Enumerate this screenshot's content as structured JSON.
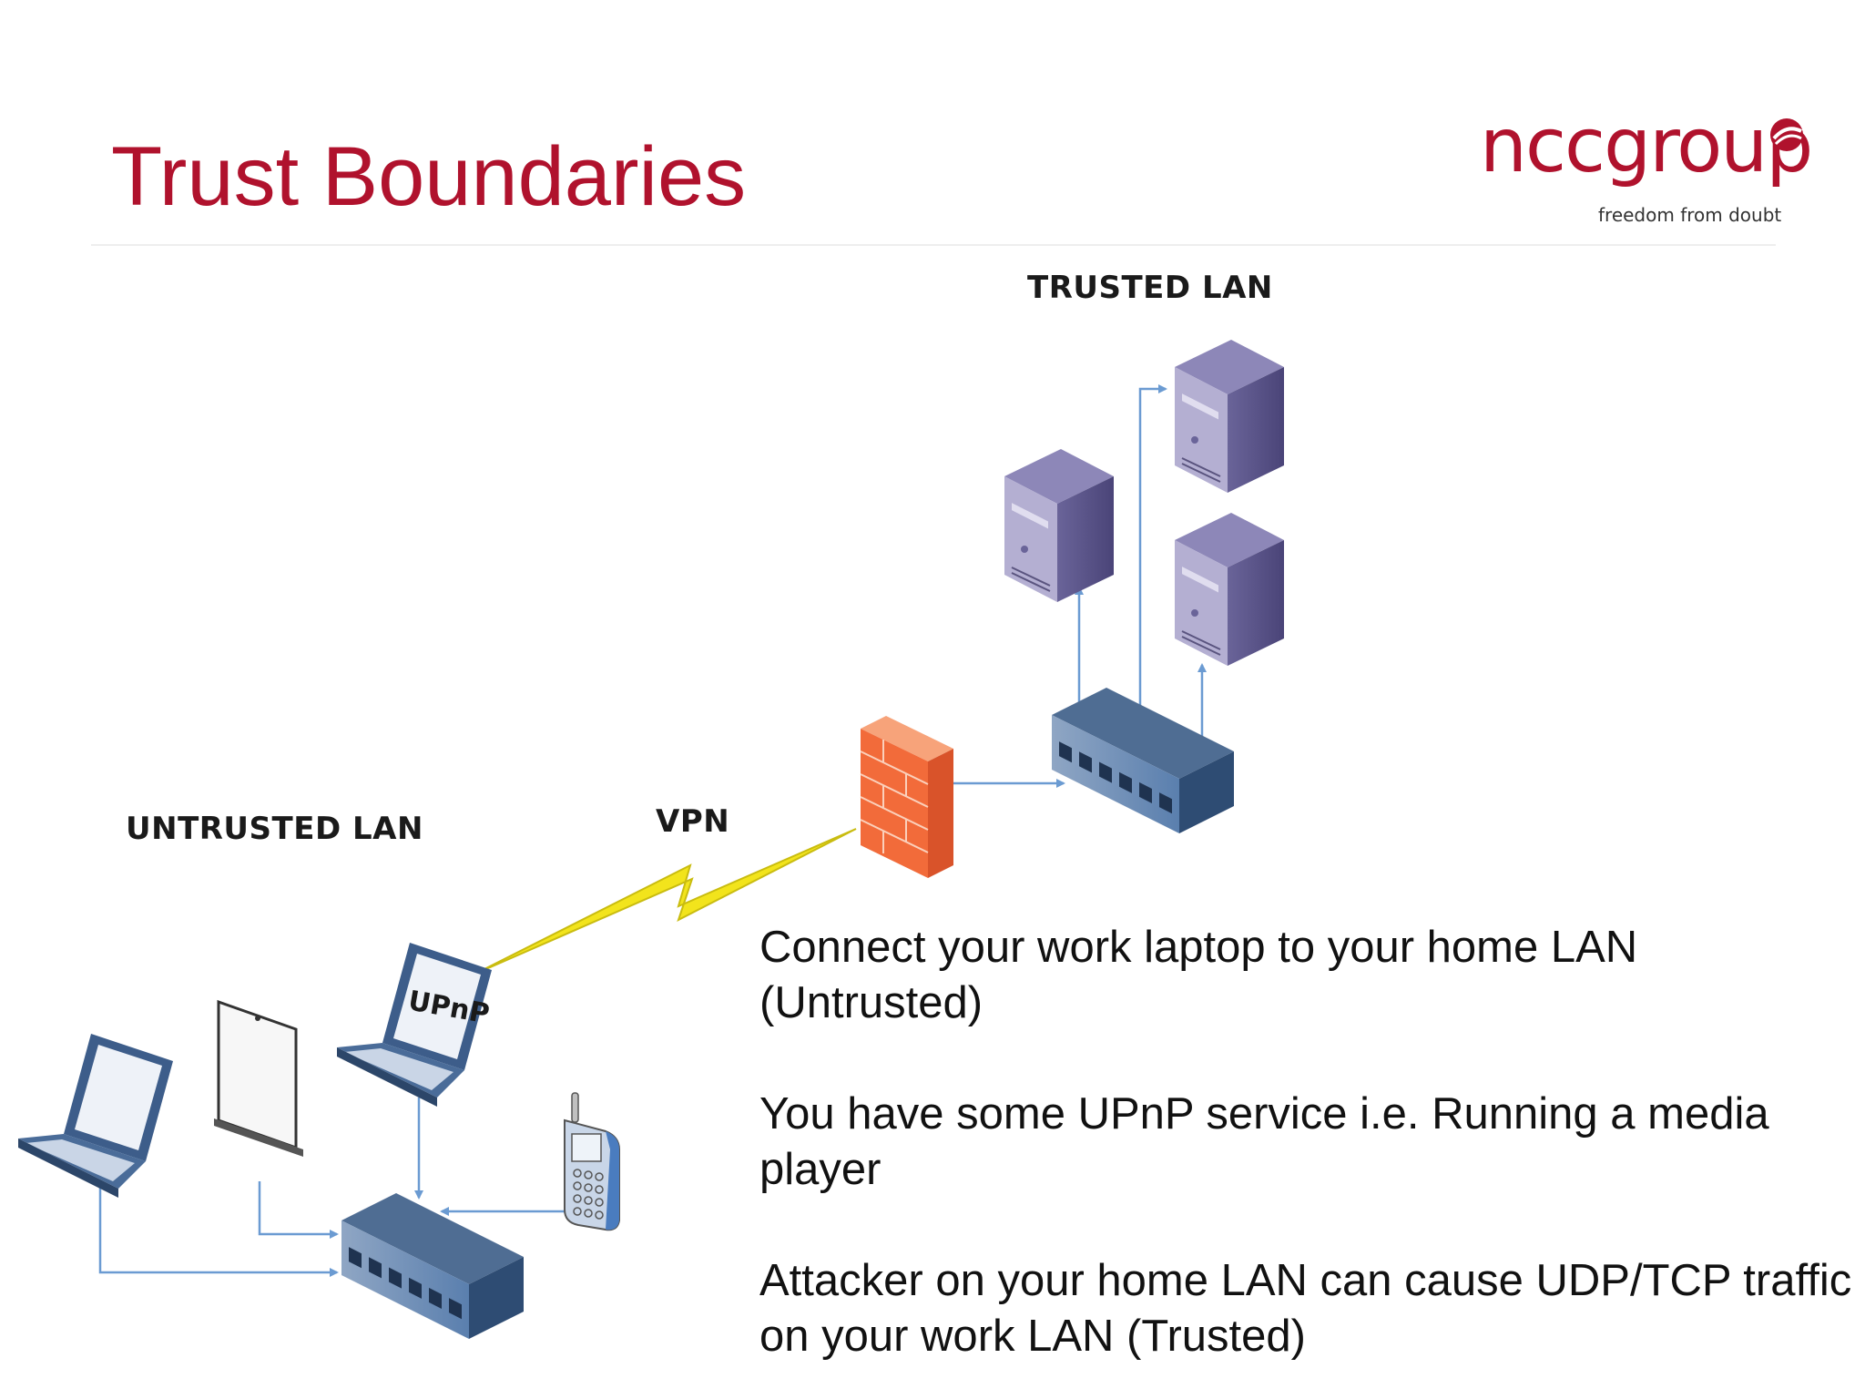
{
  "slide": {
    "title": "Trust Boundaries",
    "logo": {
      "wordmark": "nccgroup",
      "tagline": "freedom from doubt",
      "color": "#b0122d"
    }
  },
  "diagram": {
    "labels": {
      "trusted_lan": "TRUSTED LAN",
      "untrusted_lan": "UNTRUSTED LAN",
      "vpn": "VPN",
      "upnp": "UPnP"
    },
    "icons": [
      "server-icon",
      "switch-icon",
      "firewall-icon",
      "laptop-icon",
      "projector-screen-icon",
      "mobile-phone-icon",
      "lightning-vpn-icon"
    ],
    "colors": {
      "server": "#4a4478",
      "switch": "#3f6a9a",
      "firewall": "#f26b3a",
      "vpn_bolt": "#f2e41c",
      "link": "#6b9bd2"
    }
  },
  "text": {
    "bullets": [
      "Connect your work laptop to your home LAN (Untrusted)",
      "You have some UPnP service i.e. Running a media player",
      "Attacker on your home LAN can cause UDP/TCP traffic on your work LAN (Trusted)"
    ]
  }
}
